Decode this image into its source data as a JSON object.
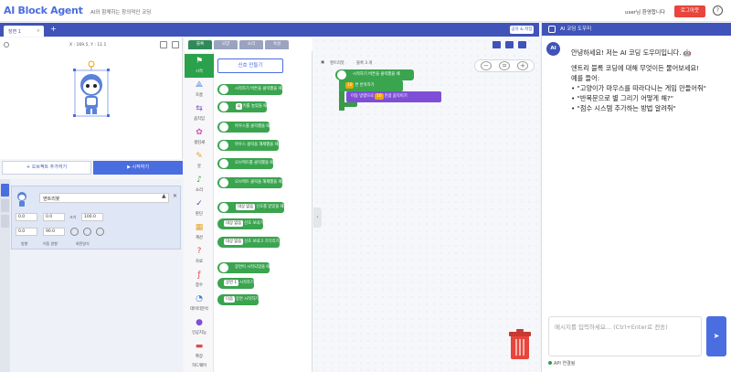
{
  "header": {
    "logo": "AI Block Agent",
    "tagline": "AI와 함께하는 창의적인 코딩",
    "user_greeting": "user님 환영합니다",
    "logout": "로그아웃",
    "help": "?"
  },
  "tabs": {
    "active": "장면 1",
    "close": "×",
    "add": "+",
    "share": "공유 & 저장"
  },
  "stage": {
    "coords": "X : 169.5, Y : 11.1",
    "add_object": "+ 오브젝트 추가하기",
    "run": "▶ 시작하기"
  },
  "object": {
    "name": "엔트리봇",
    "x": "0.0",
    "y": "0.0",
    "size_label": "크기",
    "size": "100.0",
    "dir_label": "방향",
    "direction": "0.0",
    "move_dir_label": "이동 방향",
    "move_dir": "90.0",
    "rotate_label": "회전방식"
  },
  "palette": {
    "tabs": [
      "블록",
      "모양",
      "소리",
      "속성"
    ],
    "make_signal": "신호 만들기",
    "categories": [
      "시작",
      "흐름",
      "움직임",
      "생김새",
      "붓",
      "소리",
      "판단",
      "계산",
      "자료",
      "함수",
      "데이터분석",
      "인공지능",
      "확장",
      "하드웨어"
    ],
    "blocks": [
      "시작하기 버튼을 클릭했을 때",
      "키를 눌렀을 때",
      "마우스를 클릭했을 때",
      "마우스 클릭을 해제했을 때",
      "오브젝트를 클릭했을 때",
      "오브젝트 클릭을 해제했을 때",
      "신호를 받았을 때",
      "신호 보내기",
      "신호 보내고 기다리기",
      "장면이 시작되었을 때",
      "시작하기",
      "장면 시작하기"
    ],
    "tags": {
      "key": "q",
      "signal": "대상 없음",
      "scene": "장면 1",
      "next": "다음"
    }
  },
  "workspace": {
    "object_label": "엔트리봇",
    "count_label": "블록 3 개",
    "script": [
      "시작하기 버튼을 클릭했을 때",
      "번 반복하기",
      "이동 방향으로",
      "만큼 움직이기"
    ],
    "repeat_n": "10",
    "move_n": "10",
    "zoom_out": "−",
    "zoom_reset": "=",
    "zoom_in": "+"
  },
  "chat": {
    "title": "AI 코딩 도우미",
    "avatar": "AI",
    "lines": [
      "안녕하세요! 저는 AI 코딩 도우미입니다. 🤖",
      "",
      "엔트리 블록 코딩에 대해 무엇이든 물어보세요!",
      "예를 들어:",
      "• \"고양이가 마우스를 따라다니는 게임 만들어줘\"",
      "• \"반복문으로 별 그리기 어떻게 해?\"",
      "• \"점수 시스템 추가하는 방법 알려줘\""
    ],
    "placeholder": "메시지를 입력하세요... (Ctrl+Enter로 전송)",
    "status": "API 연결됨"
  },
  "colors": {
    "brand": "#3f53b8",
    "start_block": "#3aa44f",
    "logout": "#e8453c",
    "motion_block": "#7e4fd6"
  }
}
